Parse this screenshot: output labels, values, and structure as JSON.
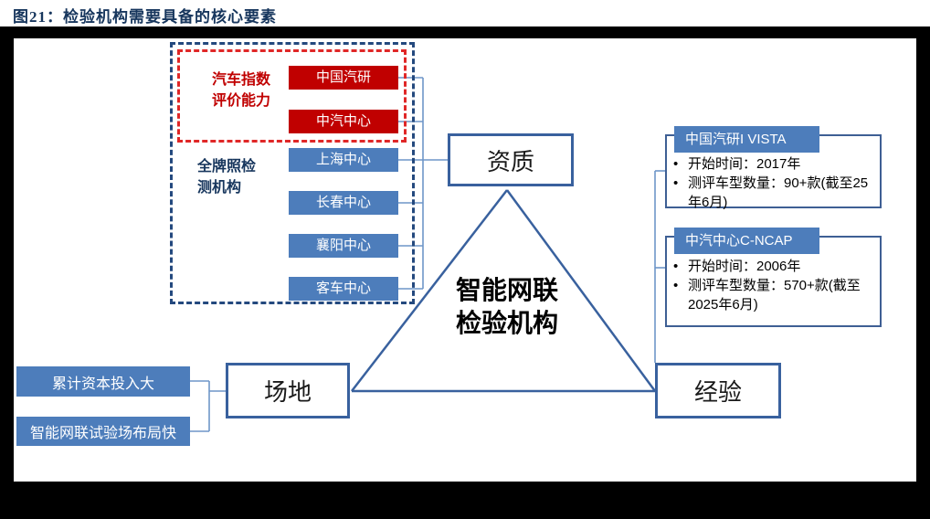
{
  "title": "图21：检验机构需要具备的核心要素",
  "colors": {
    "title_navy": "#17365D",
    "frame_black": "#000000",
    "red_fill": "#C00000",
    "red_dashed_border": "#E02727",
    "navy_dashed_border": "#24497E",
    "blue_fill": "#4D7DBB",
    "vertex_border_blue": "#39619E",
    "connector_blue": "#6E96C8"
  },
  "qualification_panel": {
    "index_capability_label": {
      "line1": "汽车指数",
      "line2": "评价能力"
    },
    "index_centers": [
      "中国汽研",
      "中汽中心"
    ],
    "license_label": {
      "line1": "全牌照检",
      "line2": "测机构"
    },
    "license_centers": [
      "上海中心",
      "长春中心",
      "襄阳中心",
      "客车中心"
    ]
  },
  "triangle": {
    "center_line1": "智能网联",
    "center_line2": "检验机构",
    "top_vertex": "资质",
    "bottom_left_vertex": "场地",
    "bottom_right_vertex": "经验"
  },
  "site_panel": {
    "items": [
      "累计资本投入大",
      "智能网联试验场布局快"
    ]
  },
  "experience_panel": {
    "cards": [
      {
        "title": "中国汽研I VISTA",
        "bullets": [
          "开始时间：2017年",
          "测评车型数量：90+款(截至25年6月)"
        ]
      },
      {
        "title": "中汽中心C-NCAP",
        "bullets": [
          "开始时间：2006年",
          "测评车型数量：570+款(截至2025年6月)"
        ]
      }
    ]
  }
}
